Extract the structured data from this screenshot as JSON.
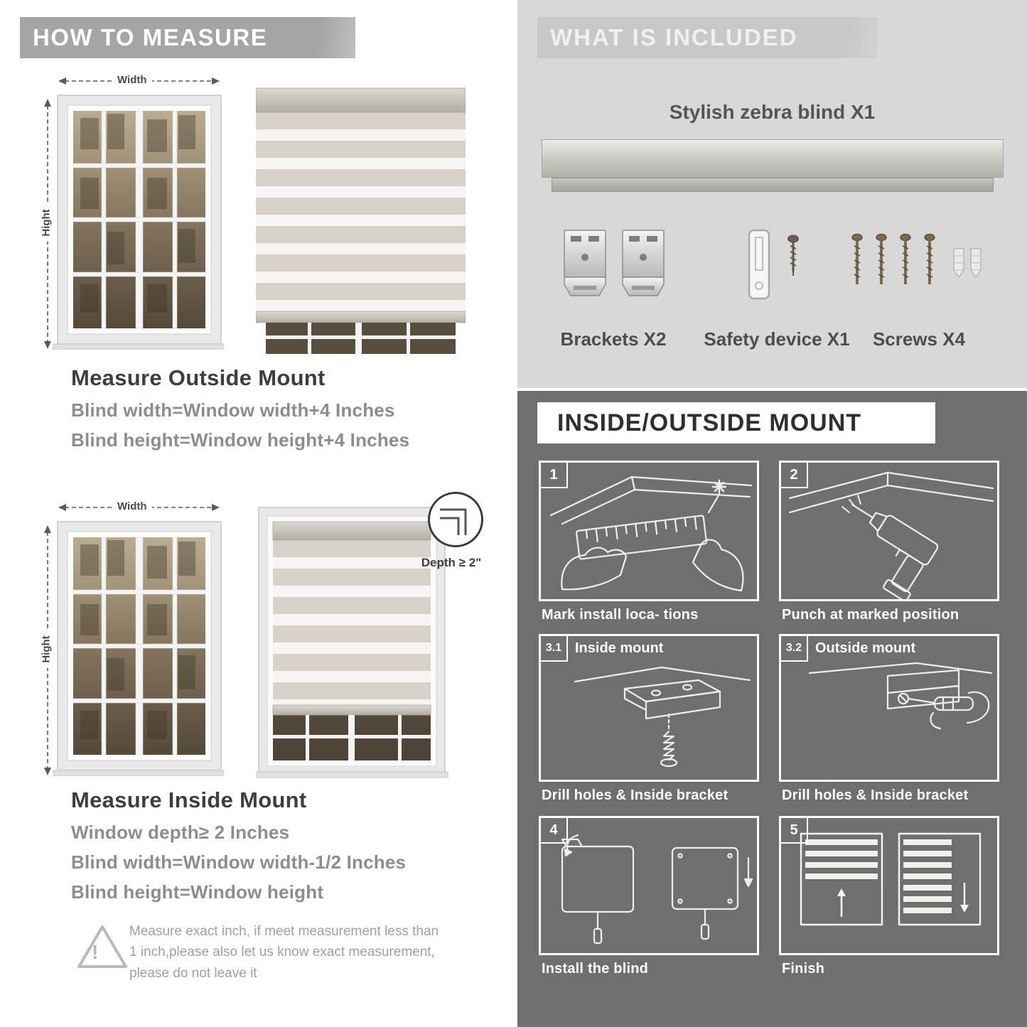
{
  "colors": {
    "banner_gray": "#a5a5a5",
    "light_section_bg": "#d8d8d8",
    "dark_section_bg": "#6f6f6f",
    "heading_text": "#3e3e3e",
    "body_text": "#8d8d8d"
  },
  "left": {
    "header": "HOW TO MEASURE",
    "axis": {
      "width": "Width",
      "height": "Hight"
    },
    "outside_mount": {
      "title": "Measure Outside Mount",
      "lines": [
        "Blind width=Window width+4 Inches",
        "Blind height=Window height+4 Inches"
      ]
    },
    "inside_mount": {
      "title": "Measure Inside Mount",
      "depth_callout": "Depth ≥ 2\"",
      "lines": [
        "Window depth≥ 2 Inches",
        "Blind width=Window width-1/2 Inches",
        "Blind height=Window height"
      ]
    },
    "warning_mark": "!",
    "warning_text": "Measure exact inch, if meet measurement less than 1 inch,please also let us know exact measurement, please do not leave it"
  },
  "included": {
    "header": "WHAT IS INCLUDED",
    "product_label": "Stylish zebra blind X1",
    "items": [
      {
        "label": "Brackets X2",
        "icon": "brackets-icon"
      },
      {
        "label": "Safety device X1",
        "icon": "safety-device-icon"
      },
      {
        "label": "Screws X4",
        "icon": "screws-icon"
      }
    ]
  },
  "mount_guide": {
    "header": "INSIDE/OUTSIDE MOUNT",
    "steps": [
      {
        "num": "1",
        "caption": "Mark install loca- tions",
        "icon": "measure-mark-illustration"
      },
      {
        "num": "2",
        "caption": "Punch at  marked position",
        "icon": "drill-illustration"
      },
      {
        "num": "3.1",
        "title": "Inside mount",
        "caption": "Drill holes &  Inside bracket",
        "icon": "inside-bracket-illustration"
      },
      {
        "num": "3.2",
        "title": "Outside mount",
        "caption": "Drill holes &  Inside bracket",
        "icon": "outside-bracket-illustration"
      },
      {
        "num": "4",
        "caption": "Install the blind",
        "icon": "install-blind-illustration"
      },
      {
        "num": "5",
        "caption": "Finish",
        "icon": "finish-illustration"
      }
    ]
  }
}
